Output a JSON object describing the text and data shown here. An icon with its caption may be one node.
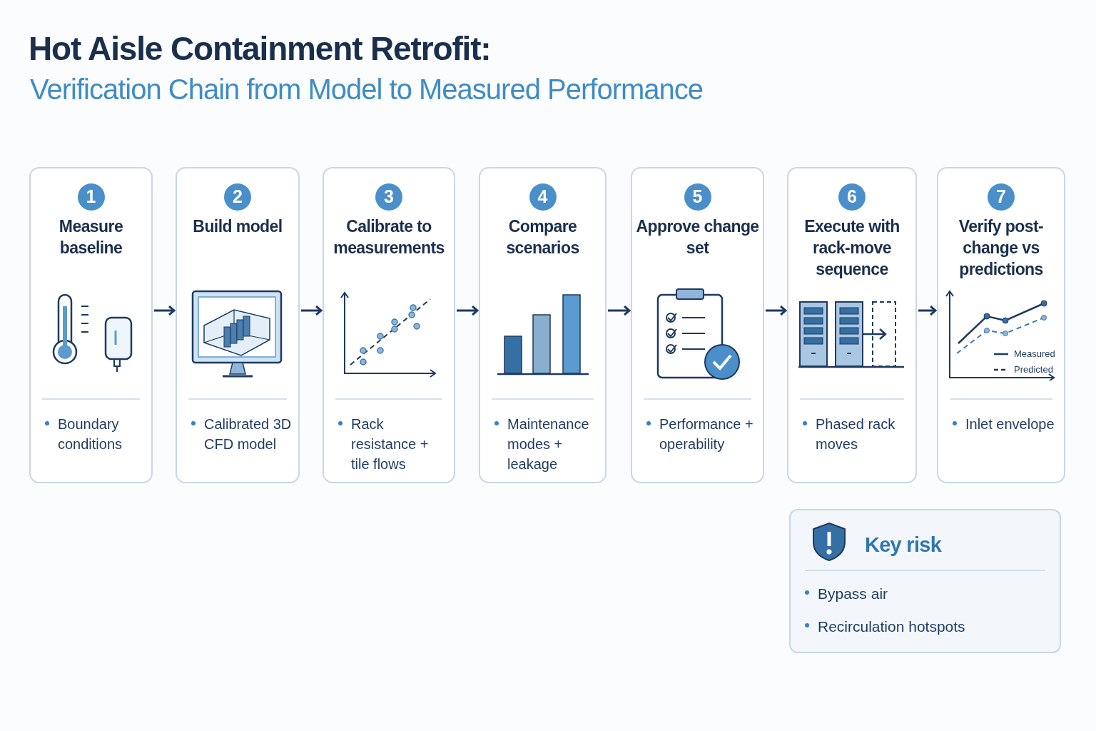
{
  "diagram": {
    "title": "Hot Aisle Containment Retrofit:",
    "nodes": [
      {
        "text": [
          "1",
          "Measure baseline",
          "Boundary conditions"
        ]
      },
      {
        "text": [
          "2",
          "Build model",
          "Calibrated 3D CFD model"
        ]
      },
      {
        "text": [
          "3",
          "Calibrate to measurements",
          "Rack resistance + tile flows"
        ]
      },
      {
        "text": [
          "4",
          "Compare scenarios",
          "Maintenance modes + leakage"
        ]
      },
      {
        "text": [
          "5",
          "Approve change set",
          "Performance + operability"
        ]
      },
      {
        "text": [
          "6",
          "Execute with rack-move sequence",
          "Phased rack moves"
        ]
      },
      {
        "text": [
          "7",
          "Verify post-change vs predictions",
          "Inlet envelope"
        ]
      },
      {
        "text": [
          "Key risk",
          "Bypass air",
          "Recirculation hotspots"
        ]
      }
    ],
    "edges": [
      {
        "from": 0,
        "to": 1,
        "arrow": "to"
      },
      {
        "from": 1,
        "to": 2,
        "arrow": "to"
      },
      {
        "from": 2,
        "to": 3,
        "arrow": "to"
      },
      {
        "from": 3,
        "to": 4,
        "arrow": "to"
      },
      {
        "from": 4,
        "to": 5,
        "arrow": "to"
      },
      {
        "from": 5,
        "to": 6,
        "arrow": "to"
      }
    ],
    "labels": [
      "Verification Chain from Model to Measured Performance"
    ],
    "legend": [
      {
        "text": "Measured"
      },
      {
        "text": "Predicted"
      }
    ]
  }
}
